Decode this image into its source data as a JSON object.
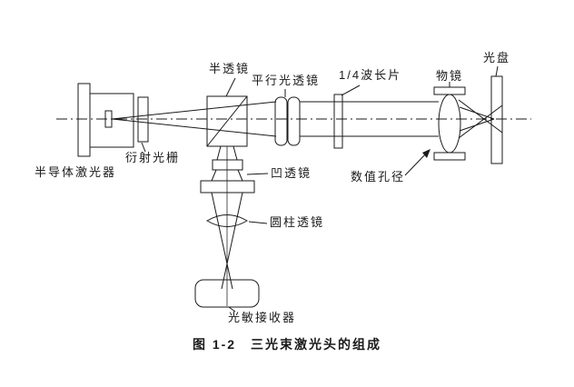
{
  "figure": {
    "caption": "图 1-2　三光束激光头的组成"
  },
  "labels": {
    "semiconductor_laser": "半导体激光器",
    "diffraction_grating": "衍射光栅",
    "half_mirror": "半透镜",
    "collimating_lens": "平行光透镜",
    "quarter_wave_plate": "1/4波长片",
    "objective_lens": "物镜",
    "optical_disc": "光盘",
    "numerical_aperture": "数值孔径",
    "concave_lens": "凹透镜",
    "cylindrical_lens": "圆柱透镜",
    "photo_receiver": "光敏接收器"
  },
  "colors": {
    "line": "#1a1a1a",
    "background": "#ffffff"
  }
}
